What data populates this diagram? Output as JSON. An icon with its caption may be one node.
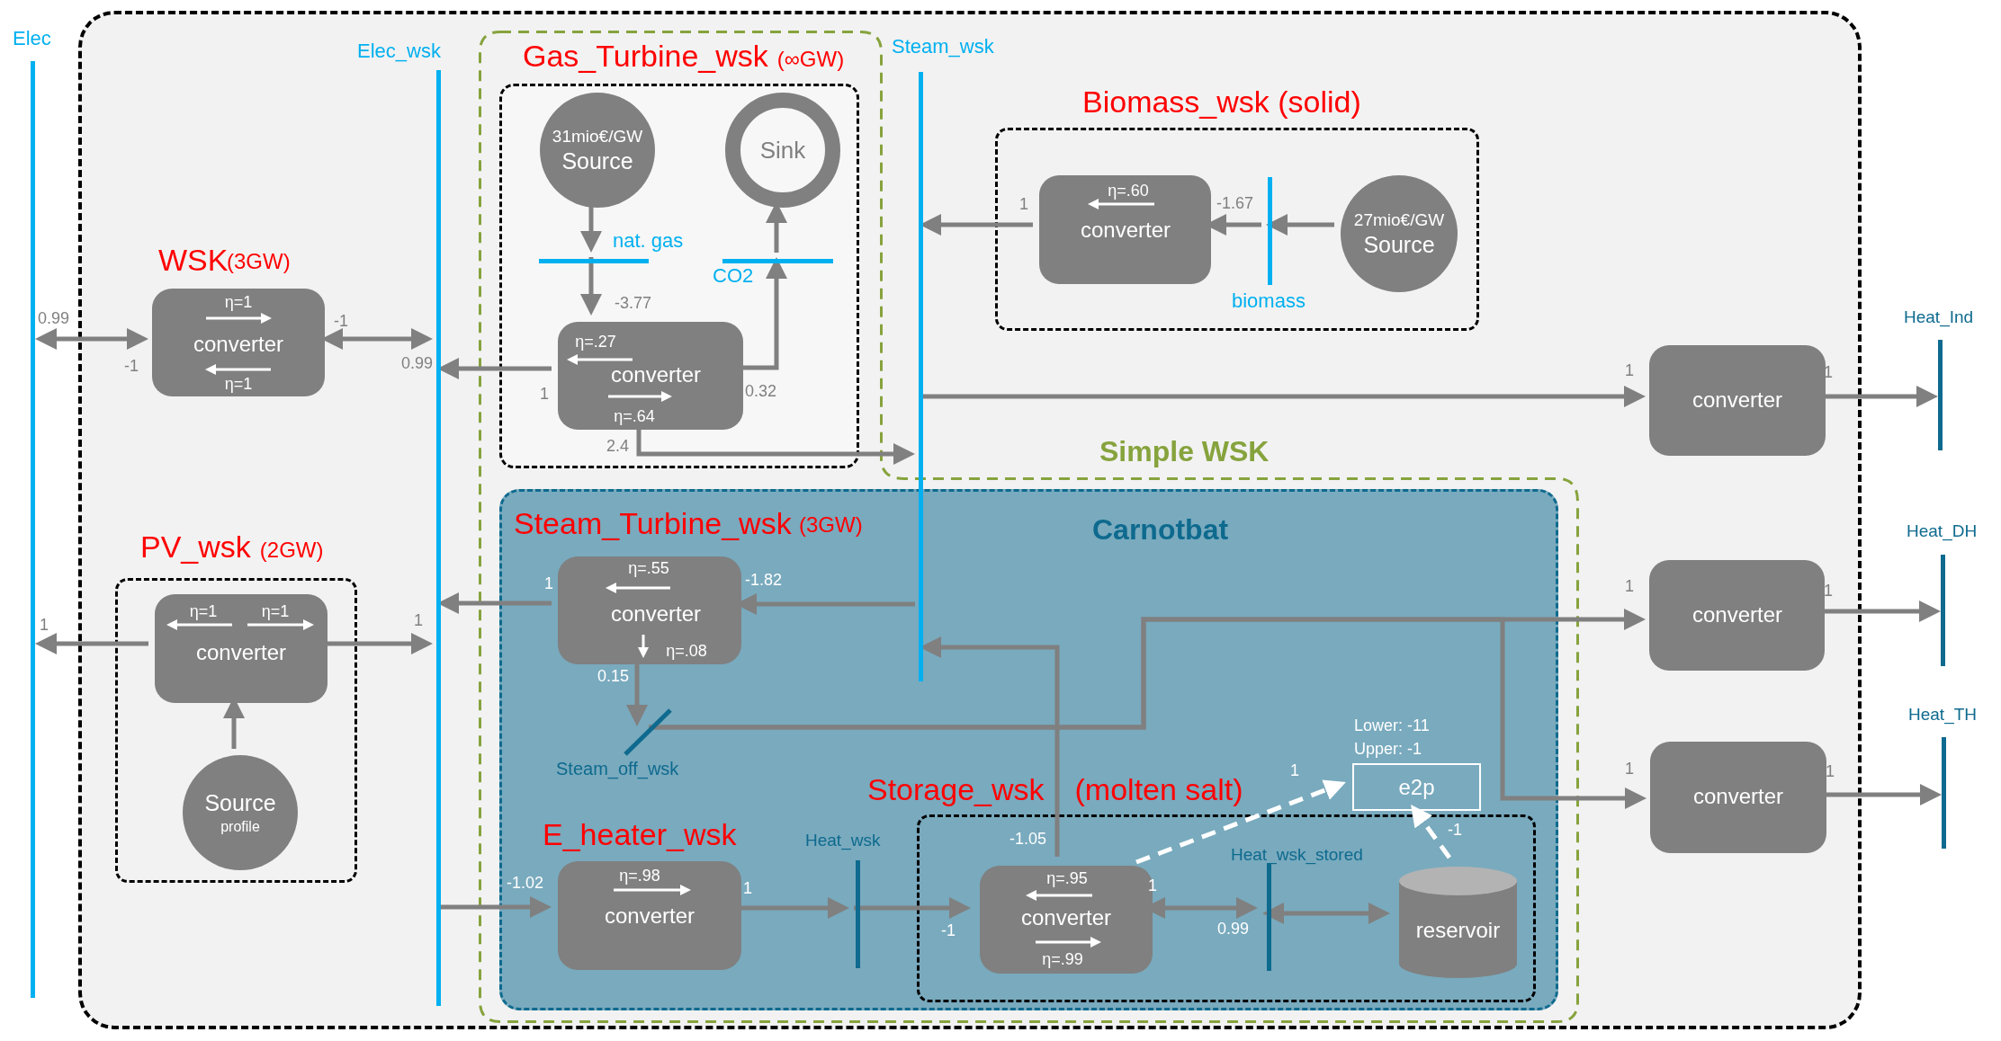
{
  "diagram": {
    "nodes": [
      {
        "text": [],
        "shape": "box"
      },
      {
        "text": [
          "Elec"
        ]
      },
      {
        "text": [
          "Elec_wsk"
        ],
        "in": 0
      },
      {
        "text": [
          "η=1",
          "converter",
          "η=1"
        ],
        "in": 0
      },
      {
        "text": [
          "PV_wsk",
          "(2GW)"
        ],
        "in": 0
      },
      {
        "text": [
          "η=1",
          "η=1",
          "converter"
        ],
        "in": 4
      },
      {
        "text": [
          "Source",
          "profile"
        ],
        "in": 4
      },
      {
        "text": [
          "Simple WSK"
        ],
        "in": 0
      },
      {
        "text": [
          "Gas_Turbine_wsk",
          "(∞GW)"
        ],
        "in": 7
      },
      {
        "text": [
          "31mio€/GW",
          "Source"
        ],
        "in": 8
      },
      {
        "text": [
          "Sink"
        ],
        "in": 8
      },
      {
        "text": [
          "nat. gas"
        ],
        "in": 8
      },
      {
        "text": [
          "CO2"
        ],
        "in": 8
      },
      {
        "text": [
          "η=.27",
          "converter",
          "η=.64"
        ],
        "in": 8
      },
      {
        "text": [
          "Steam_wsk"
        ],
        "in": 0
      },
      {
        "text": [
          "Biomass_wsk (solid)"
        ],
        "in": 0
      },
      {
        "text": [
          "η=.60",
          "converter"
        ],
        "in": 15
      },
      {
        "text": [
          "biomass"
        ],
        "in": 15
      },
      {
        "text": [
          "27mio€/GW",
          "Source"
        ],
        "in": 15
      },
      {
        "text": [
          "converter"
        ],
        "in": 0
      },
      {
        "text": [
          "Heat_Ind"
        ]
      },
      {
        "text": [
          "Carnotbat"
        ],
        "in": 7
      },
      {
        "text": [
          "η=.55",
          "converter",
          "η=.08"
        ],
        "in": 21
      },
      {
        "text": [
          "Steam_off_wsk"
        ],
        "in": 21
      },
      {
        "text": [
          "converter"
        ],
        "in": 0
      },
      {
        "text": [
          "Heat_DH"
        ]
      },
      {
        "text": [
          "e2p"
        ],
        "in": 21,
        "beside": [
          "Lower: -11",
          "Upper: -1"
        ]
      },
      {
        "text": [
          "Storage_wsk",
          "(molten salt)"
        ],
        "in": 21
      },
      {
        "text": [
          "η=.98",
          "converter"
        ],
        "in": 21
      },
      {
        "text": [
          "Heat_wsk"
        ],
        "in": 21
      },
      {
        "text": [
          "η=.95",
          "converter",
          "η=.99"
        ],
        "in": 27
      },
      {
        "text": [
          "Heat_wsk_stored"
        ],
        "in": 27
      },
      {
        "text": [
          "reservoir"
        ],
        "in": 27
      },
      {
        "text": [
          "converter"
        ],
        "in": 0
      },
      {
        "text": [
          "Heat_TH"
        ]
      }
    ],
    "edges": [
      {
        "from": 1,
        "to": 3,
        "arrow": "both"
      },
      {
        "from": 3,
        "to": 2,
        "arrow": "both"
      },
      {
        "from": 13,
        "to": 2,
        "arrow": "to"
      },
      {
        "from": 5,
        "to": 1,
        "arrow": "to"
      },
      {
        "from": 5,
        "to": 2,
        "arrow": "to"
      },
      {
        "from": 6,
        "to": 5,
        "arrow": "to"
      },
      {
        "from": 9,
        "to": 11,
        "arrow": "to"
      },
      {
        "from": 11,
        "to": 13,
        "arrow": "to"
      },
      {
        "from": 13,
        "to": 12,
        "arrow": "to"
      },
      {
        "from": 12,
        "to": 10,
        "arrow": "to"
      },
      {
        "from": 13,
        "to": 14,
        "arrow": "to"
      },
      {
        "from": 18,
        "to": 17,
        "arrow": "to"
      },
      {
        "from": 17,
        "to": 16,
        "arrow": "to"
      },
      {
        "from": 16,
        "to": 14,
        "arrow": "to"
      },
      {
        "from": 14,
        "to": 19,
        "arrow": "to"
      },
      {
        "from": 19,
        "to": 20,
        "arrow": "to"
      },
      {
        "from": 14,
        "to": 22,
        "arrow": "to"
      },
      {
        "from": 22,
        "to": 2,
        "arrow": "to"
      },
      {
        "from": 22,
        "to": 23,
        "arrow": "to"
      },
      {
        "from": 23,
        "to": 24,
        "arrow": "to"
      },
      {
        "from": 23,
        "to": 33,
        "arrow": "to"
      },
      {
        "from": 24,
        "to": 25,
        "arrow": "to"
      },
      {
        "from": 33,
        "to": 34,
        "arrow": "to"
      },
      {
        "from": 30,
        "to": 14,
        "arrow": "to"
      },
      {
        "from": 2,
        "to": 28,
        "arrow": "to"
      },
      {
        "from": 28,
        "to": 29,
        "arrow": "to"
      },
      {
        "from": 29,
        "to": 30,
        "arrow": "to"
      },
      {
        "from": 30,
        "to": 31,
        "arrow": "both"
      },
      {
        "from": 31,
        "to": 32,
        "arrow": "both"
      },
      {
        "from": 30,
        "to": 26,
        "arrow": "to",
        "style": "dashed",
        "color": "#ffffff"
      },
      {
        "from": 32,
        "to": 26,
        "arrow": "to",
        "style": "dashed",
        "color": "#ffffff"
      }
    ],
    "labels": [
      "WSK",
      "(3GW)",
      "0.99",
      "-1",
      "-1",
      "0.99",
      "-3.77",
      "1",
      "0.32",
      "2.4",
      "1",
      "-1.67",
      "1",
      "1",
      "Steam_Turbine_wsk",
      "(3GW)",
      "1",
      "-1.82",
      "1",
      "1",
      "1",
      "1",
      "0.15",
      "1",
      "1",
      "1",
      "E_heater_wsk",
      "-1",
      "-1.05",
      "-1.02",
      "1",
      "1",
      "-1",
      "0.99"
    ]
  }
}
